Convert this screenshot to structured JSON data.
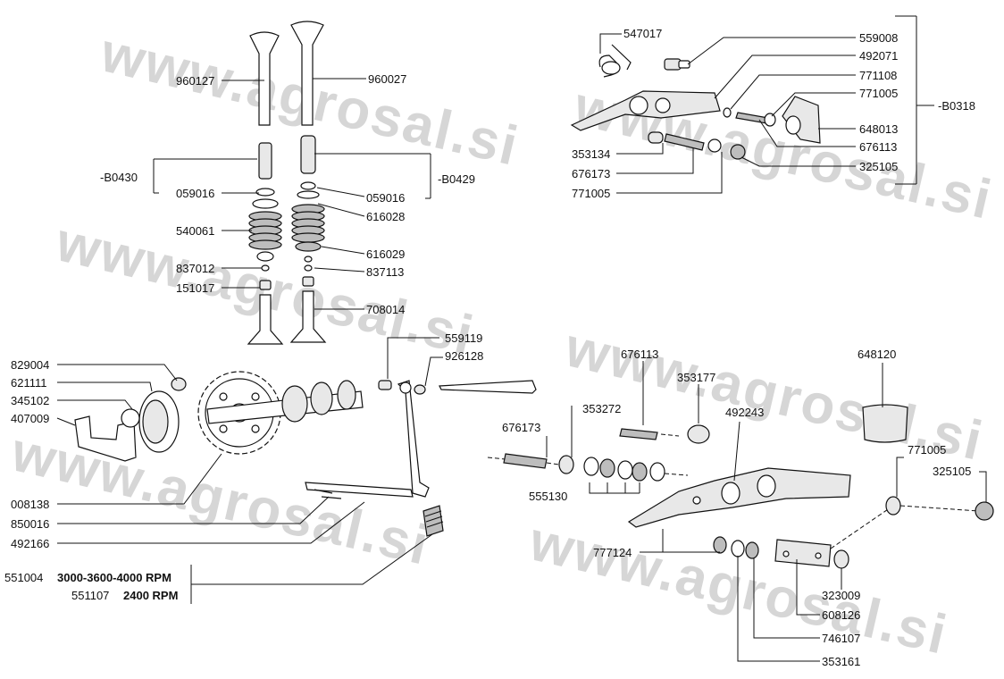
{
  "watermark": "www.agrosal.si",
  "labels": {
    "l960127": "960127",
    "l960027": "960027",
    "lB0430": "-B0430",
    "lB0429": "-B0429",
    "l059016a": "059016",
    "l059016b": "059016",
    "l616028": "616028",
    "l540061": "540061",
    "l616029": "616029",
    "l837012": "837012",
    "l837113": "837113",
    "l151017": "151017",
    "l708014": "708014",
    "l547017": "547017",
    "l559008": "559008",
    "l492071": "492071",
    "l771108": "771108",
    "l771005a": "771005",
    "lB0318": "-B0318",
    "l648013": "648013",
    "l353134": "353134",
    "l676113a": "676113",
    "l676173a": "676173",
    "l325105a": "325105",
    "l771005b": "771005",
    "l829004": "829004",
    "l621111": "621111",
    "l345102": "345102",
    "l407009": "407009",
    "l559119": "559119",
    "l926128": "926128",
    "l008138": "008138",
    "l850016": "850016",
    "l492166": "492166",
    "l551004": "551004",
    "rpm1": "3000-3600-4000 RPM",
    "l551107": "551107",
    "rpm2": "2400 RPM",
    "l676113b": "676113",
    "l353177": "353177",
    "l648120": "648120",
    "l353272": "353272",
    "l492243": "492243",
    "l676173b": "676173",
    "l771005c": "771005",
    "l325105b": "325105",
    "l555130": "555130",
    "l777124": "777124",
    "l323009": "323009",
    "l608126": "608126",
    "l746107": "746107",
    "l353161": "353161"
  }
}
